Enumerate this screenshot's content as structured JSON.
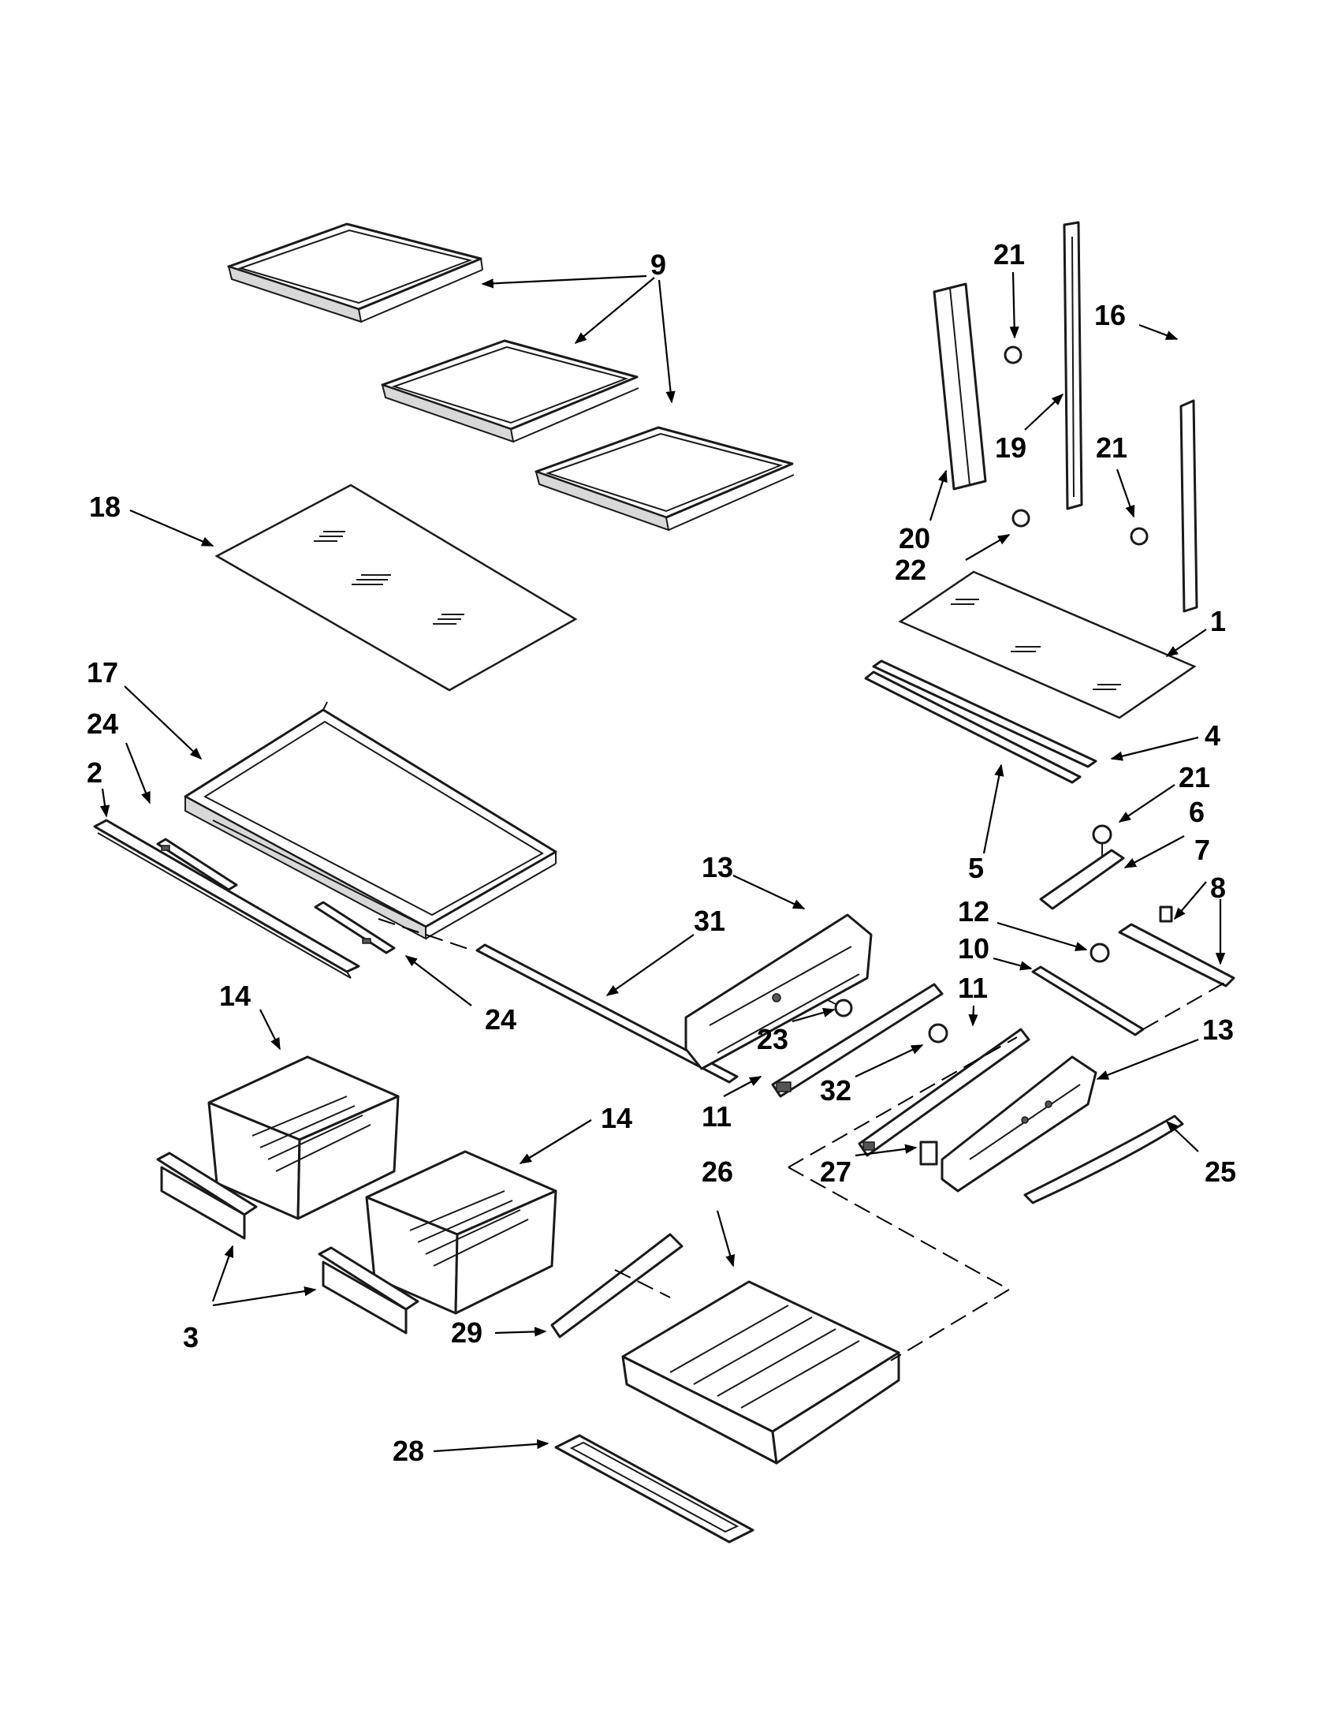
{
  "callouts": [
    {
      "id": "c9",
      "text": "9"
    },
    {
      "id": "c21a",
      "text": "21"
    },
    {
      "id": "c16",
      "text": "16"
    },
    {
      "id": "c21b",
      "text": "21"
    },
    {
      "id": "c19",
      "text": "19"
    },
    {
      "id": "c20",
      "text": "20"
    },
    {
      "id": "c22",
      "text": "22"
    },
    {
      "id": "c18",
      "text": "18"
    },
    {
      "id": "c1",
      "text": "1"
    },
    {
      "id": "c17",
      "text": "17"
    },
    {
      "id": "c24a",
      "text": "24"
    },
    {
      "id": "c2",
      "text": "2"
    },
    {
      "id": "c4",
      "text": "4"
    },
    {
      "id": "c21c",
      "text": "21"
    },
    {
      "id": "c6",
      "text": "6"
    },
    {
      "id": "c5",
      "text": "5"
    },
    {
      "id": "c7",
      "text": "7"
    },
    {
      "id": "c13a",
      "text": "13"
    },
    {
      "id": "c12",
      "text": "12"
    },
    {
      "id": "c8",
      "text": "8"
    },
    {
      "id": "c31",
      "text": "31"
    },
    {
      "id": "c10",
      "text": "10"
    },
    {
      "id": "c11a",
      "text": "11"
    },
    {
      "id": "c24b",
      "text": "24"
    },
    {
      "id": "c14a",
      "text": "14"
    },
    {
      "id": "c23",
      "text": "23"
    },
    {
      "id": "c13b",
      "text": "13"
    },
    {
      "id": "c32",
      "text": "32"
    },
    {
      "id": "c11b",
      "text": "11"
    },
    {
      "id": "c14b",
      "text": "14"
    },
    {
      "id": "c26",
      "text": "26"
    },
    {
      "id": "c27",
      "text": "27"
    },
    {
      "id": "c25",
      "text": "25"
    },
    {
      "id": "c3",
      "text": "3"
    },
    {
      "id": "c29",
      "text": "29"
    },
    {
      "id": "c28",
      "text": "28"
    }
  ]
}
